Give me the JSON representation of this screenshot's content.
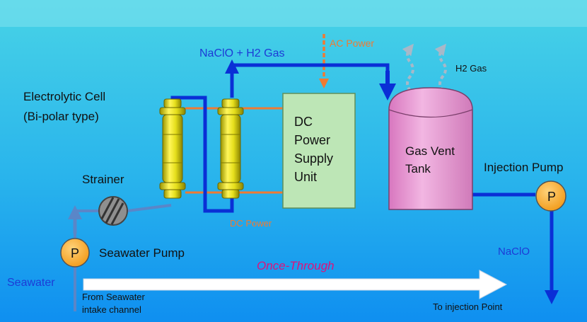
{
  "labels": {
    "electrolytic_cell_line1": "Electrolytic Cell",
    "electrolytic_cell_line2": "(Bi-polar type)",
    "naclo_h2_gas": "NaClO + H2 Gas",
    "ac_power": "AC Power",
    "h2_gas": "H2 Gas",
    "dc_unit": [
      "DC",
      "Power",
      "Supply",
      "Unit"
    ],
    "gas_vent_tank": [
      "Gas Vent",
      "Tank"
    ],
    "injection_pump": "Injection Pump",
    "strainer": "Strainer",
    "dc_power": "DC Power",
    "pump_symbol": "P",
    "seawater_pump": "Seawater Pump",
    "naclo": "NaClO",
    "seawater": "Seawater",
    "once_through": "Once-Through",
    "from_seawater_line1": "From Seawater",
    "from_seawater_line2": "intake channel",
    "to_injection_point": "To injection Point"
  },
  "colors": {
    "sky_top": "#48d3e6",
    "sky_bottom": "#0f8ff0",
    "pipe_blue": "#0a2fd6",
    "thin_pipe": "#5a86c8",
    "orange": "#f07a32",
    "cell_yellow": "#e6df1c",
    "dc_green": "#bde6b6",
    "tank_pink": "#e89ad2",
    "pump_orange": "#f5a623",
    "label_blue": "#1d3bd6",
    "gas_grey": "#a8b8c8"
  },
  "icons": {
    "strainer": "strainer-icon",
    "pump": "pump-icon",
    "cell": "electrolytic-cell-icon"
  }
}
